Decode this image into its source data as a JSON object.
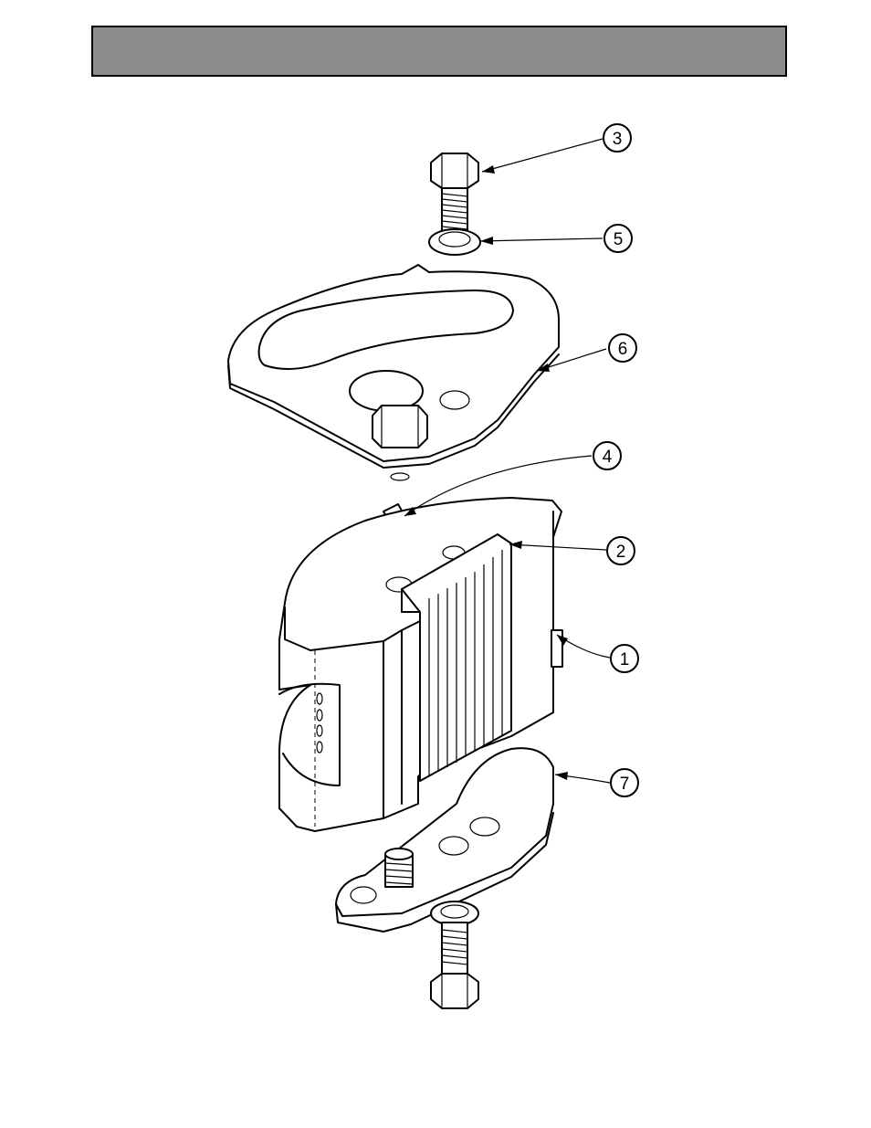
{
  "header": {
    "title": ""
  },
  "callouts": [
    {
      "id": "c3",
      "label": "3"
    },
    {
      "id": "c5",
      "label": "5"
    },
    {
      "id": "c6",
      "label": "6"
    },
    {
      "id": "c4",
      "label": "4"
    },
    {
      "id": "c2",
      "label": "2"
    },
    {
      "id": "c1",
      "label": "1"
    },
    {
      "id": "c7",
      "label": "7"
    }
  ]
}
